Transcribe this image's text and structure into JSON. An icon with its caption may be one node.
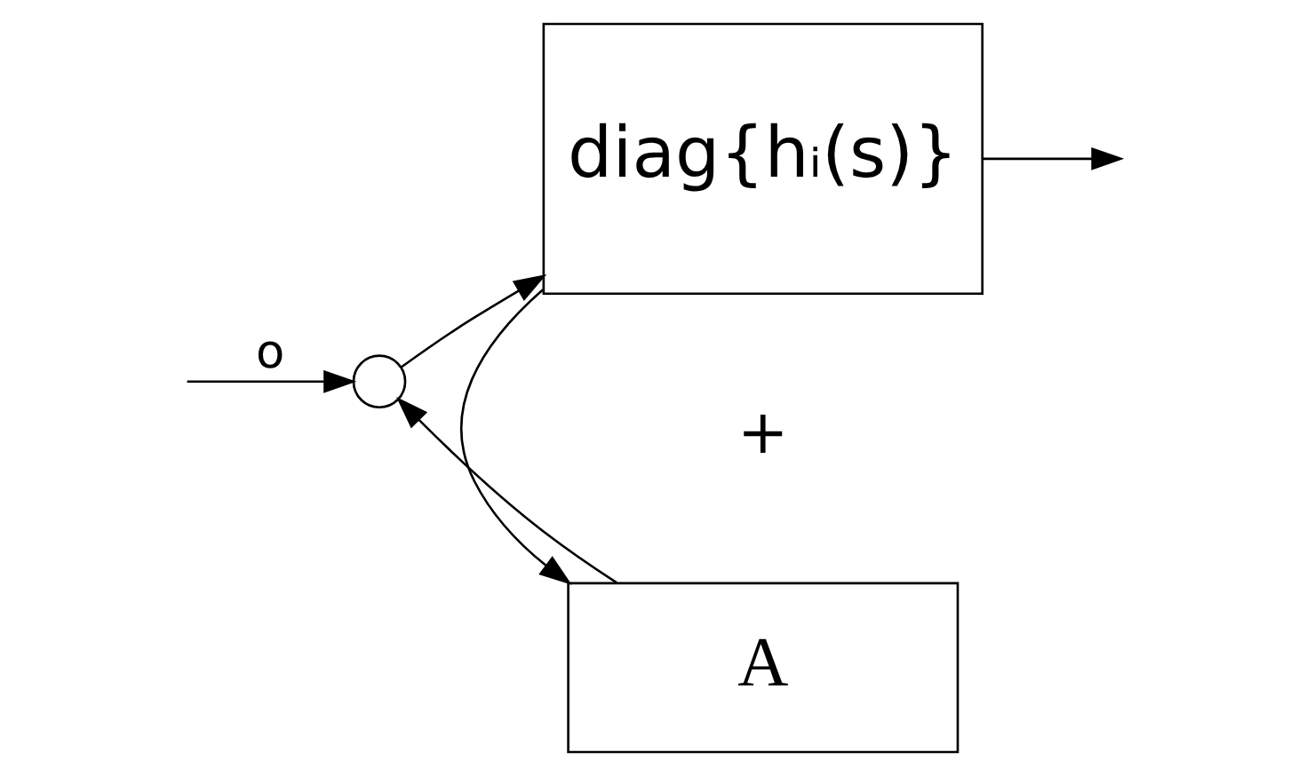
{
  "diagram": {
    "nodes": [
      {
        "text": [],
        "shape": "circle"
      },
      {
        "text": [
          "diag{hᵢ(s)}"
        ]
      },
      {
        "text": [
          "A"
        ]
      }
    ],
    "edges": [
      {
        "from": null,
        "to": 0,
        "arrow": "to",
        "label": "o"
      },
      {
        "from": 0,
        "to": 1,
        "arrow": "to"
      },
      {
        "from": 1,
        "to": null,
        "arrow": "to"
      },
      {
        "from": 1,
        "to": 2,
        "arrow": "to"
      },
      {
        "from": 2,
        "to": 0,
        "arrow": "to"
      }
    ],
    "labels": [
      "+"
    ]
  }
}
